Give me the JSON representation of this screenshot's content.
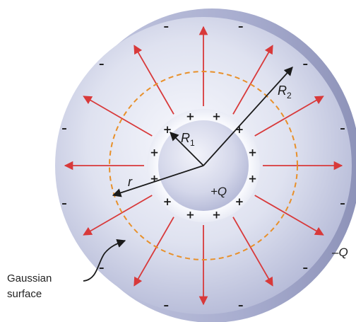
{
  "diagram": {
    "labels": {
      "r1_base": "R",
      "r1_sub": "1",
      "r2_base": "R",
      "r2_sub": "2",
      "r": "r",
      "inner_charge": "+Q",
      "outer_charge": "–Q",
      "gaussian_line1": "Gaussian",
      "gaussian_line2": "surface"
    },
    "symbols": {
      "positive": "+",
      "negative": "–"
    },
    "counts": {
      "positive_charges": 12,
      "negative_charges": 12,
      "field_lines": 12
    },
    "colors": {
      "field_line": "#d8393a",
      "gaussian_surface": "#e8902a",
      "shell_light": "#eef0f8",
      "shell_mid": "#c9cde5",
      "shell_dark": "#9ea3c6",
      "cavity": "#f4f5fb",
      "inner_sphere": "#d7daea",
      "radius_line": "#1a1a1a"
    }
  }
}
